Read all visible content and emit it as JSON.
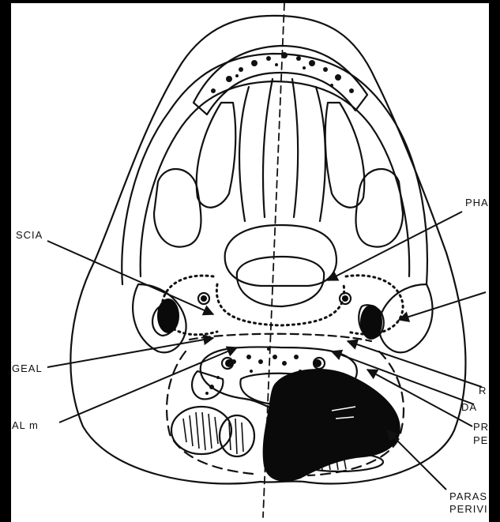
{
  "labels": {
    "fascia": "SCIA",
    "pharyngeal": "GEAL",
    "muscle": "AL m",
    "pha_top": "PHA",
    "right_r": "R",
    "da": "DA",
    "pr": "PR",
    "pe": "PE",
    "paras": "PARAS",
    "perivi": "PERIVI"
  }
}
